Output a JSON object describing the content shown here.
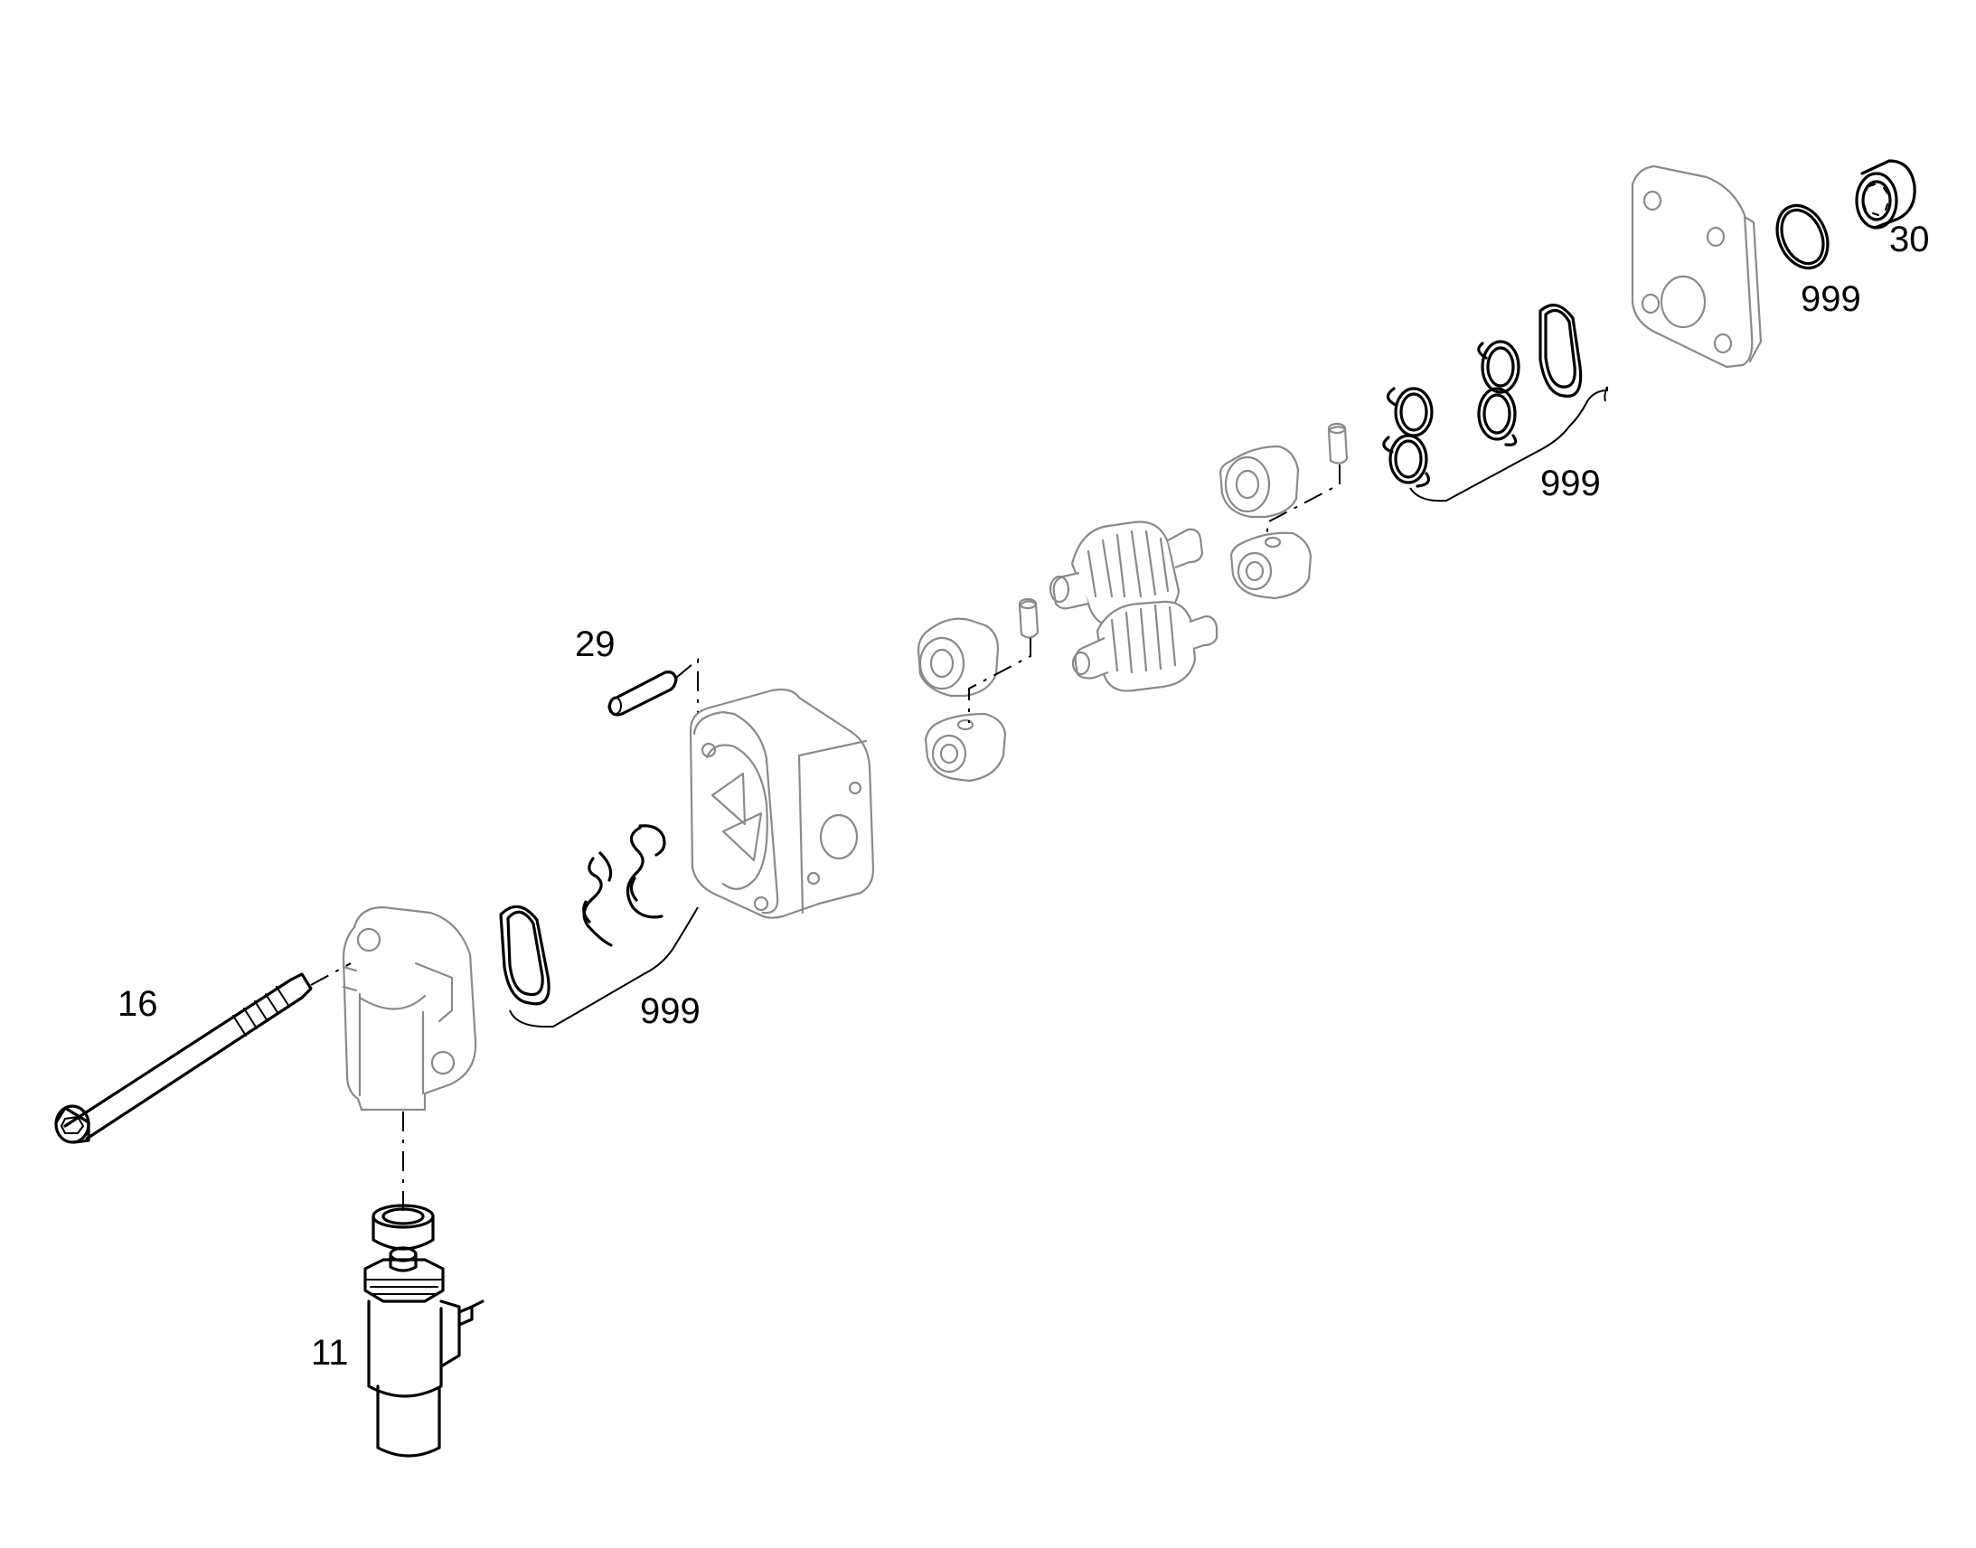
{
  "diagram": {
    "callouts": {
      "c11": "11",
      "c16": "16",
      "c29": "29",
      "c30": "30",
      "c999_front": "999",
      "c999_rear": "999",
      "c999_cover": "999"
    },
    "colors": {
      "line": "#000000",
      "part_outline": "#8a8a8a",
      "background": "#ffffff"
    }
  }
}
